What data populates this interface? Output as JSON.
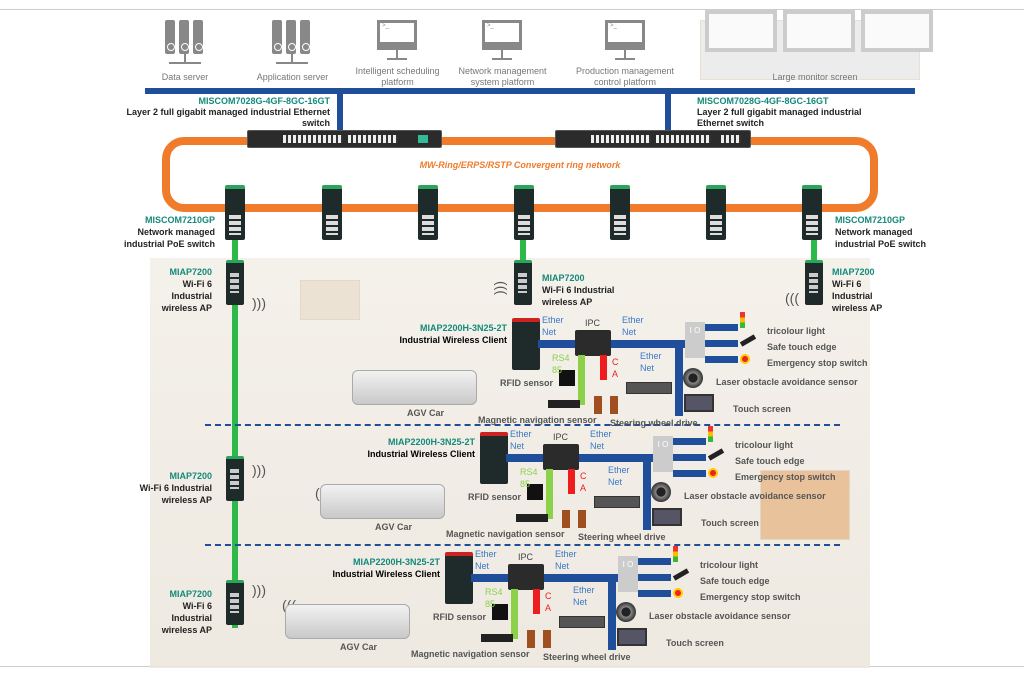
{
  "top_devices": {
    "data_server": "Data server",
    "application_server": "Application server",
    "scheduling": "Intelligent scheduling platform",
    "nms": "Network management system platform",
    "production": "Production management control platform",
    "large_monitor": "Large monitor screen",
    "prompt": ">_"
  },
  "core_switch": {
    "model": "MISCOM7028G-4GF-8GC-16GT",
    "desc": "Layer 2 full gigabit managed industrial Ethernet switch"
  },
  "ring_label": "MW-Ring/ERPS/RSTP Convergent ring network",
  "poe_switch": {
    "model": "MISCOM7210GP",
    "desc": "Network managed industrial PoE switch"
  },
  "ap": {
    "model": "MIAP7200",
    "desc": "Wi-Fi 6 Industrial wireless AP"
  },
  "blocks": [
    {
      "client_model": "MIAP2200H-3N25-2T",
      "client_desc": "Industrial Wireless Client",
      "ether": "Ether Net",
      "ipc": "IPC",
      "rs485": "RS4 85",
      "can": "C A",
      "light": "tricolour light",
      "edge": "Safe touch edge",
      "estop": "Emergency stop switch",
      "laser": "Laser obstacle avoidance sensor",
      "touch": "Touch screen",
      "rfid": "RFID sensor",
      "mag": "Magnetic navigation sensor",
      "steer": "Steering wheel drive",
      "agv": "AGV Car",
      "io": "I O"
    },
    {
      "client_model": "MIAP2200H-3N25-2T",
      "client_desc": "Industrial Wireless Client",
      "ether": "Ether Net",
      "ipc": "IPC",
      "rs485": "RS4 85",
      "can": "C A",
      "light": "tricolour light",
      "edge": "Safe touch edge",
      "estop": "Emergency stop switch",
      "laser": "Laser obstacle avoidance sensor",
      "touch": "Touch screen",
      "rfid": "RFID sensor",
      "mag": "Magnetic navigation sensor",
      "steer": "Steering wheel drive",
      "agv": "AGV Car",
      "io": "I O"
    },
    {
      "client_model": "MIAP2200H-3N25-2T",
      "client_desc": "Industrial Wireless Client",
      "ether": "Ether Net",
      "ipc": "IPC",
      "rs485": "RS4 85",
      "can": "C A",
      "light": "tricolour light",
      "edge": "Safe touch edge",
      "estop": "Emergency stop switch",
      "laser": "Laser obstacle avoidance sensor",
      "touch": "Touch screen",
      "rfid": "RFID sensor",
      "mag": "Magnetic navigation sensor",
      "steer": "Steering wheel drive",
      "agv": "AGV Car",
      "io": "I O"
    }
  ],
  "colors": {
    "ring": "#f07b2b",
    "backbone": "#1f4e9a",
    "poe_link": "#2db84a",
    "rs485": "#8dd04a",
    "can": "#ee1c1c",
    "model_text": "#138a7a"
  }
}
